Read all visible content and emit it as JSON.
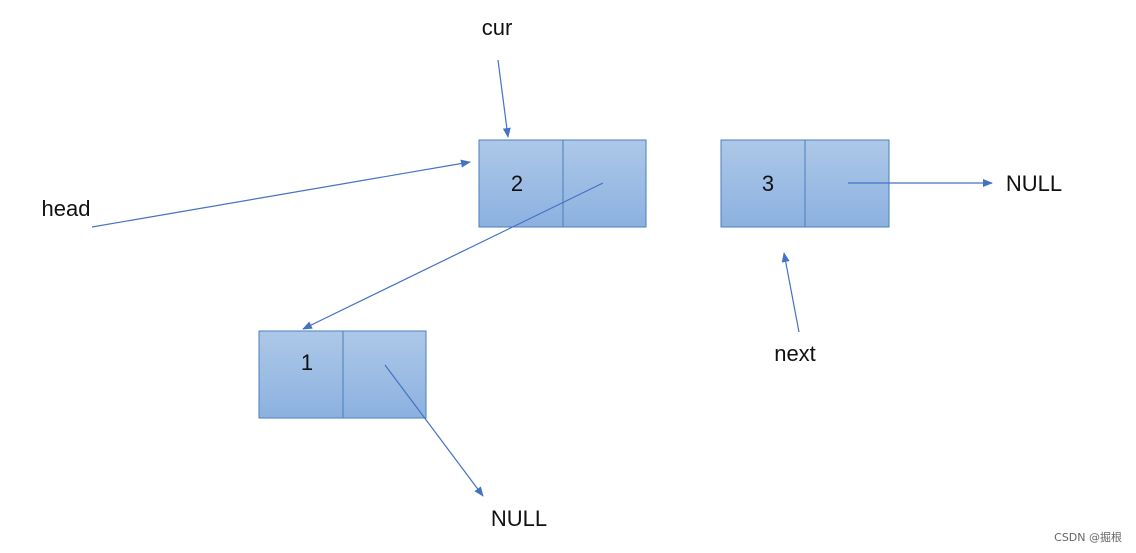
{
  "labels": {
    "cur": "cur",
    "head": "head",
    "next": "next",
    "null_right": "NULL",
    "null_bottom": "NULL"
  },
  "nodes": {
    "node_2": {
      "value": "2"
    },
    "node_3": {
      "value": "3"
    },
    "node_1": {
      "value": "1"
    }
  },
  "watermark": "CSDN @掘根",
  "colors": {
    "box_fill_top": "#adc8e8",
    "box_fill_bottom": "#8cb1e0",
    "box_stroke": "#4a7ebb",
    "arrow": "#4472c4"
  }
}
